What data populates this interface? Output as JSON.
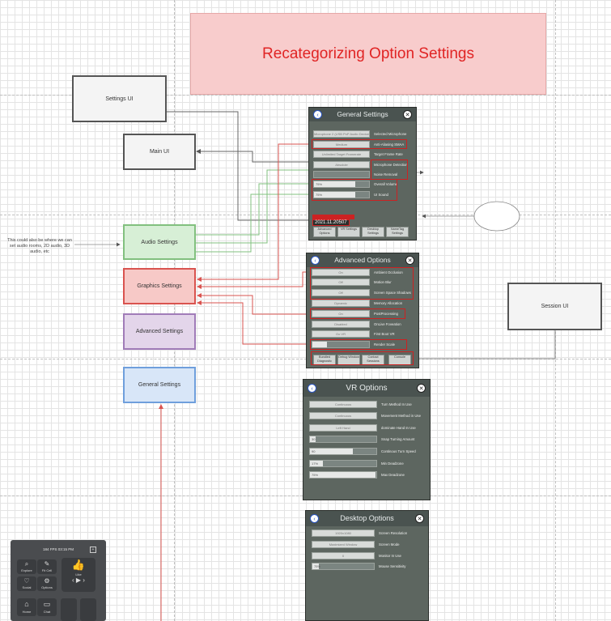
{
  "title": "Recategorizing Option Settings",
  "nodes": {
    "settings_ui": "Settings UI",
    "main_ui": "Main UI",
    "audio": "Audio Settings",
    "graphics": "Graphics Settings",
    "advanced": "Advanced Settings",
    "general": "General Settings",
    "session": "Session UI"
  },
  "side_note": "This could also be where we can set audio rooms, 2D audio, 3D audio, etc",
  "general_settings": {
    "title": "General Settings",
    "rows": [
      {
        "value": "Microphone 2 (USB PnP Audio Device)",
        "label": "Selected Microphone"
      },
      {
        "value": "Medium",
        "label": "Anti-Aliasing SMAA"
      },
      {
        "value": "Unlimited Target Framerate",
        "label": "Target Frame Rate"
      },
      {
        "value": "Absolute",
        "label": "Microphone Detection"
      },
      {
        "value": "",
        "label": "Noise Removal"
      },
      {
        "value": "75%",
        "label": "Overall Volume",
        "level": 0.75
      },
      {
        "value": "75%",
        "label": "UI Sound",
        "level": 0.75
      }
    ],
    "version": "2021.11.20507",
    "tabs": [
      "Advanced Options",
      "VR Settings",
      "Desktop Settings",
      "NameTag Settings"
    ]
  },
  "advanced_options": {
    "title": "Advanced Options",
    "rows": [
      {
        "value": "On",
        "label": "Ambient Occlusion"
      },
      {
        "value": "Off",
        "label": "Motion Blur"
      },
      {
        "value": "Off",
        "label": "Screen Space Shadows"
      },
      {
        "value": "Dynamic",
        "label": "Memory Allocation"
      },
      {
        "value": "On",
        "label": "PostProcessing"
      },
      {
        "value": "Disabled",
        "label": "OnLive Foveation"
      },
      {
        "value": "Go VR",
        "label": "First Boot VR"
      },
      {
        "value": "",
        "label": "Render Scale",
        "level": 0.25
      }
    ],
    "tabs": [
      "Bundled Diagnostic",
      "Debug Window",
      "Contact Sessions",
      "Console"
    ]
  },
  "vr_options": {
    "title": "VR Options",
    "rows": [
      {
        "value": "Continuous",
        "label": "Turn Method In Use"
      },
      {
        "value": "Continuous",
        "label": "Movement Method in Use"
      },
      {
        "value": "Left Hand",
        "label": "dominate Hand In Use"
      },
      {
        "value": "30",
        "label": "Snap Turning Amount",
        "level": 0.08
      },
      {
        "value": "90",
        "label": "Continous Turn Speed",
        "level": 0.65
      },
      {
        "value": "17%",
        "label": "Min Deadzone",
        "level": 0.2
      },
      {
        "value": "75%",
        "label": "Max Deadzone",
        "level": 0.99
      }
    ]
  },
  "desktop_options": {
    "title": "Desktop Options",
    "rows": [
      {
        "value": "1920x1080",
        "label": "Screen Resolution"
      },
      {
        "value": "Maximized Window",
        "label": "Screen Mode"
      },
      {
        "value": "0",
        "label": "Monitor In Use"
      },
      {
        "value": "75%",
        "label": "Mouse Sensitivity",
        "level": 0.1
      }
    ]
  },
  "mini_menu": {
    "fps": "184 FPS 03:15 PM",
    "items": [
      "Explore",
      "Fit Cell",
      "Like",
      "Social",
      "Options",
      "Home",
      "Chat"
    ]
  },
  "colors": {
    "title_bg": "#f8cccc",
    "title_text": "#e02424",
    "audio": "#82c07f",
    "graphics": "#d9534f",
    "advanced": "#a07cb8",
    "general": "#6f9fdc",
    "highlight": "#cc2222"
  }
}
